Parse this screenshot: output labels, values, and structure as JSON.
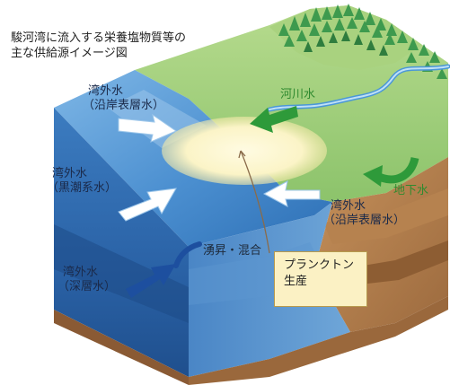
{
  "title": {
    "line1": "駿河湾に流入する栄養塩物質等の",
    "line2": "主な供給源イメージ図"
  },
  "labels": {
    "coastal_surface_left": [
      "湾外水",
      "（沿岸表層水）"
    ],
    "kuroshio": [
      "湾外水",
      "（黒潮系水）"
    ],
    "deep": [
      "湾外水",
      "（深層水）"
    ],
    "upwelling": "湧昇・混合",
    "river": "河川水",
    "groundwater": "地下水",
    "coastal_surface_right": [
      "湾外水",
      "（沿岸表層水）"
    ],
    "plankton": [
      "プランクトン",
      "生産"
    ]
  },
  "colors": {
    "sea_surface": "#3f86c9",
    "sea_wall": "#2a5f9e",
    "land_green": "#8cc36b",
    "forest": "#3e9a4e",
    "soil": "#a8774a",
    "bloom": "#fbf6cf",
    "arrow_white": "#ffffff",
    "arrow_blue": "#1d4f9f",
    "arrow_green": "#2e9a3a",
    "text_blue": "#1b2a4a",
    "text_green": "#2f8a2f"
  }
}
